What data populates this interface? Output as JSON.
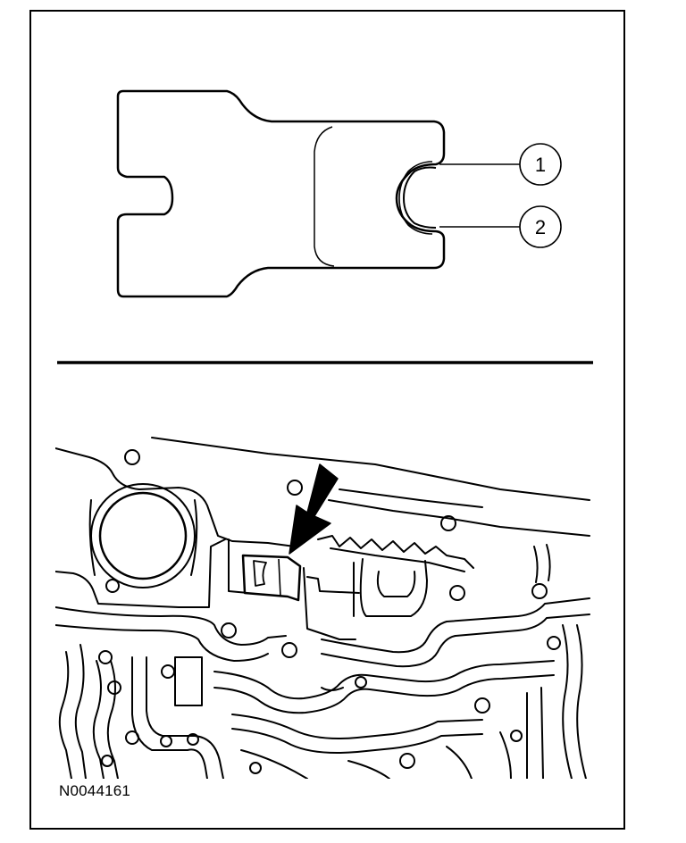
{
  "figure": {
    "id_label": "N0044161",
    "callouts": [
      {
        "number": "1"
      },
      {
        "number": "2"
      }
    ],
    "colors": {
      "line": "#000000",
      "background": "#ffffff"
    }
  }
}
